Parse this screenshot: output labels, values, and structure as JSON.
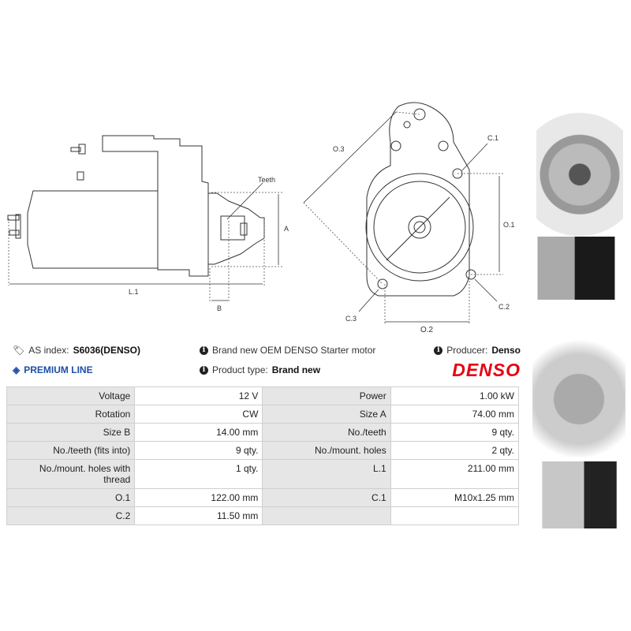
{
  "diagram": {
    "labels": {
      "teeth": "Teeth",
      "a": "A",
      "b": "B",
      "l1": "L.1",
      "o3": "O.3",
      "c1": "C.1",
      "o1": "O.1",
      "c2": "C.2",
      "c3": "C.3",
      "o2": "O.2"
    }
  },
  "info": {
    "as_index_label": "AS index:",
    "as_index_value": "S6036(DENSO)",
    "premium": "PREMIUM LINE",
    "description": "Brand new OEM DENSO Starter motor",
    "product_type_label": "Product type:",
    "product_type_value": "Brand new",
    "producer_label": "Producer:",
    "producer_value": "Denso",
    "brand_logo": "DENSO",
    "brand_color": "#e60012",
    "premium_color": "#1e4fa8"
  },
  "specs": [
    [
      "Voltage",
      "12 V",
      "Power",
      "1.00 kW"
    ],
    [
      "Rotation",
      "CW",
      "Size A",
      "74.00 mm"
    ],
    [
      "Size B",
      "14.00 mm",
      "No./teeth",
      "9 qty."
    ],
    [
      "No./teeth (fits into)",
      "9 qty.",
      "No./mount. holes",
      "2 qty."
    ],
    [
      "No./mount. holes with thread",
      "1 qty.",
      "L.1",
      "211.00 mm"
    ],
    [
      "O.1",
      "122.00 mm",
      "C.1",
      "M10x1.25 mm"
    ],
    [
      "C.2",
      "11.50 mm",
      "",
      ""
    ]
  ]
}
